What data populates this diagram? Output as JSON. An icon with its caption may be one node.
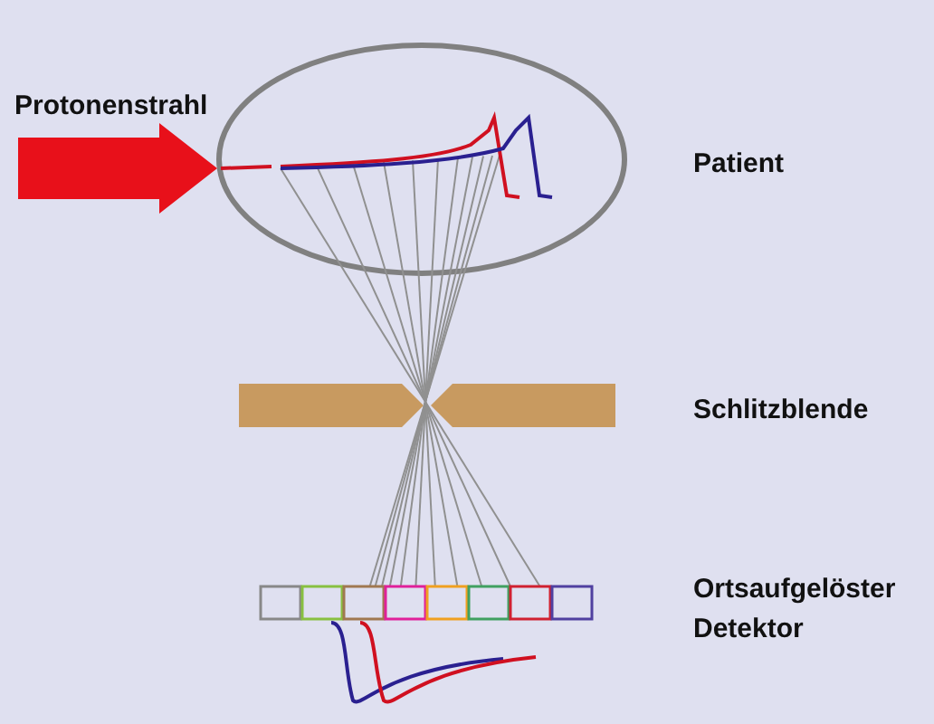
{
  "diagram": {
    "labels": [
      "Protonenstrahl",
      "Patient",
      "Schlitzblende",
      "Ortsaufgelöster Detektor"
    ]
  }
}
